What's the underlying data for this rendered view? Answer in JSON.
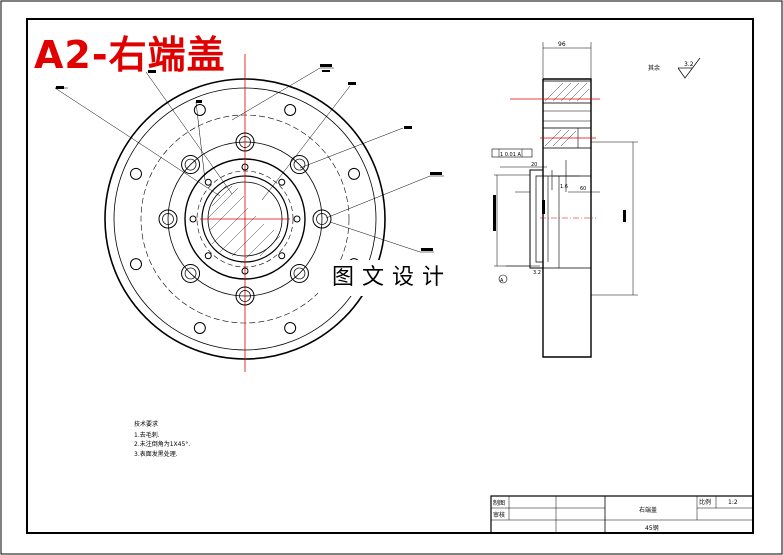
{
  "title": "A2-右端盖",
  "watermark": "图文设计",
  "surface_note": {
    "text": "其余",
    "value": "3.2"
  },
  "technical_requirements": {
    "heading": "技术要求",
    "items": [
      "1.去毛刺.",
      "2.未注倒角为1X45°.",
      "3.表面发黑处理."
    ]
  },
  "title_block": {
    "drawn": "制图",
    "checked": "审核",
    "part_name": "右端盖",
    "material": "45钢",
    "scale_label": "比例",
    "scale": "1:2"
  },
  "dimensions": {
    "top_width": "96",
    "datum_frame": "1 0.01 A",
    "d1": "20",
    "d2": "1.6",
    "d3": "60",
    "d4": "3.2",
    "datum": "A"
  }
}
